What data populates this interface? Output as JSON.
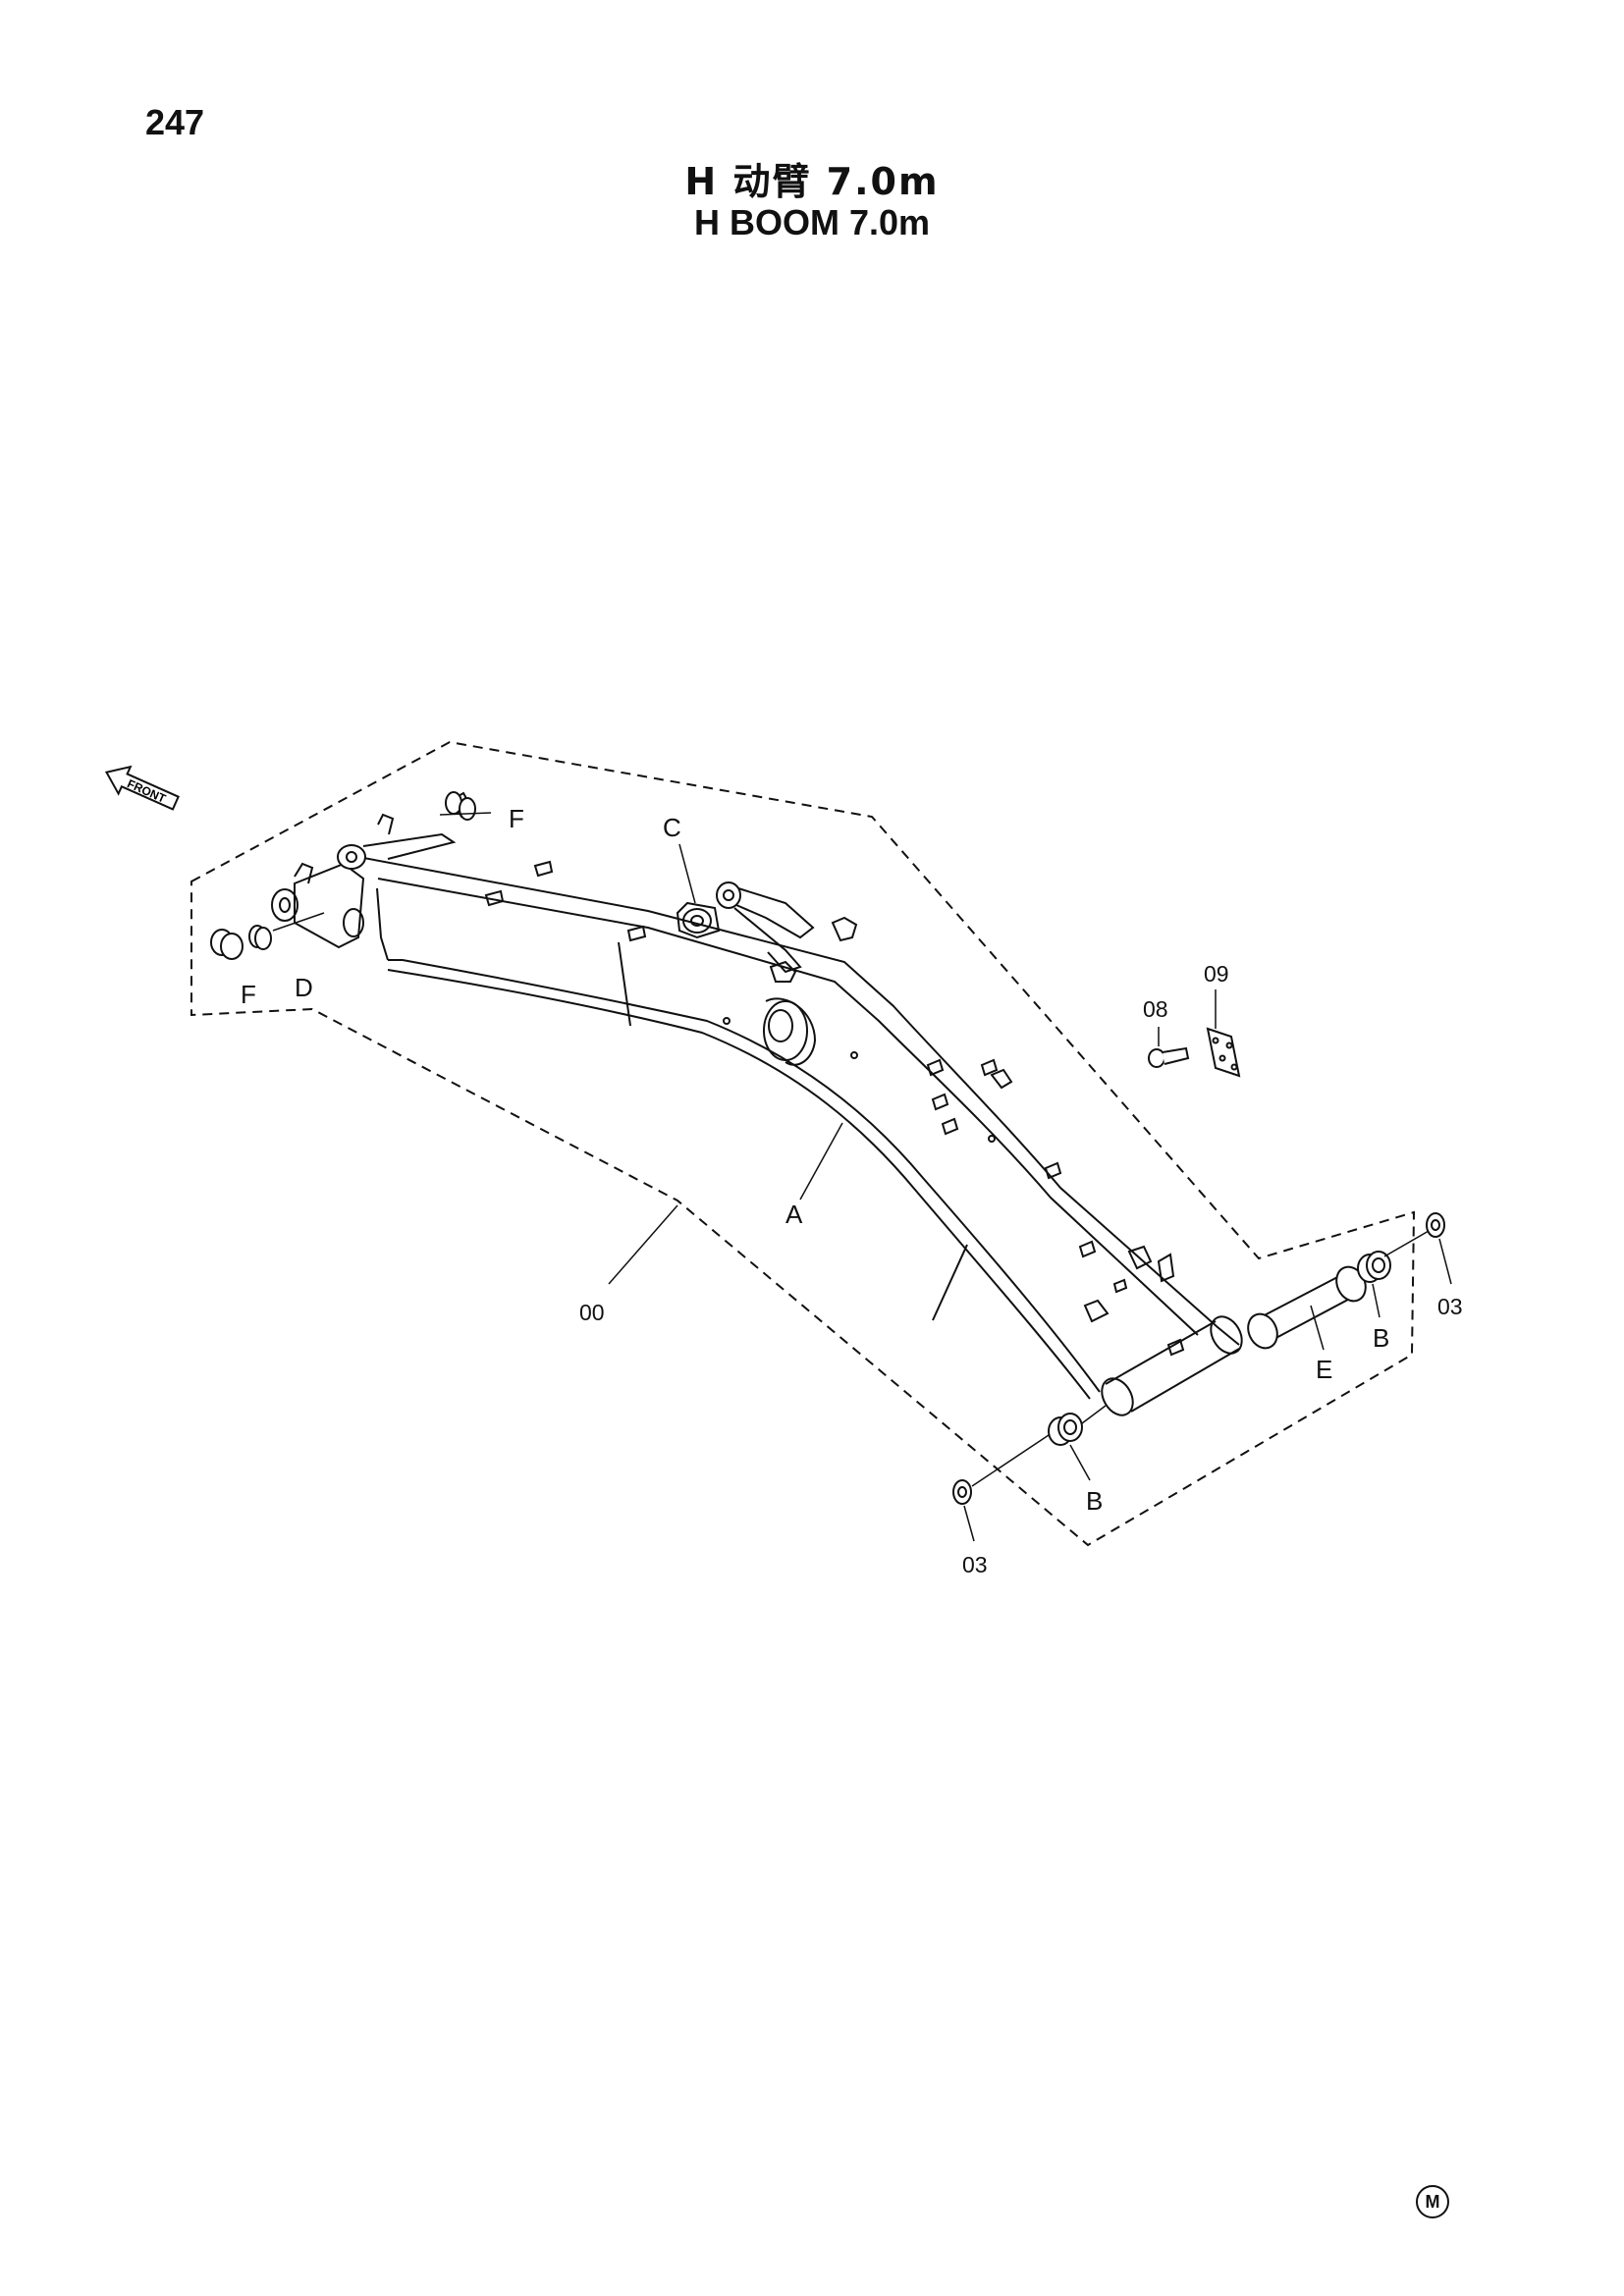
{
  "page_number": "247",
  "title_cn": "H 动臂 7.0m",
  "title_en": "H BOOM 7.0m",
  "front_indicator": "FRONT",
  "labels": {
    "assembly": "00",
    "boom_body": "A",
    "bushing_b_front": "B",
    "bushing_b_rear": "B",
    "pin_c": "C",
    "part_d": "D",
    "pin_e": "E",
    "bushing_f_top": "F",
    "bushing_f_left": "F",
    "washer_03_front": "03",
    "washer_03_rear": "03",
    "bolt_08": "08",
    "plate_09": "09"
  },
  "corner_mark": "M",
  "colors": {
    "line": "#111111",
    "background": "#ffffff"
  }
}
